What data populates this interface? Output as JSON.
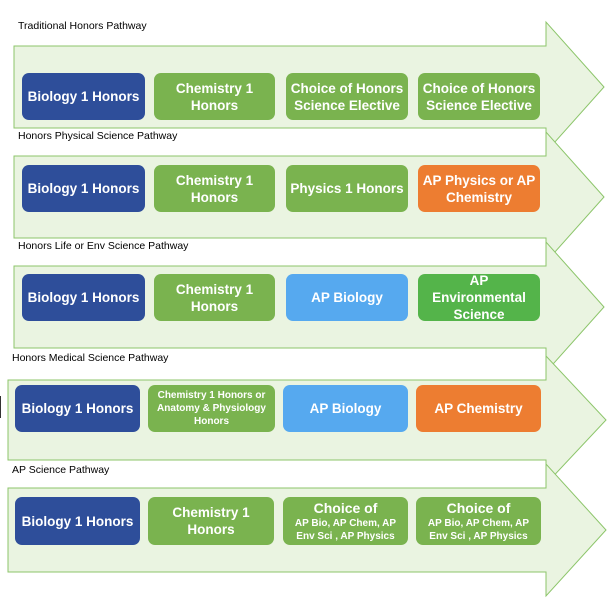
{
  "colors": {
    "navy": "#2e4e9a",
    "green": "#7ab34f",
    "lightblue": "#56a9ef",
    "orange": "#ed7d31",
    "brightgreen": "#54b44a",
    "arrow_fill": "#eaf4e1",
    "arrow_stroke": "#8cc56a"
  },
  "pathways": [
    {
      "title": "Traditional Honors Pathway",
      "courses": [
        {
          "label": "Biology 1 Honors",
          "color": "navy"
        },
        {
          "label": "Chemistry 1 Honors",
          "color": "green"
        },
        {
          "label": "Choice of Honors Science Elective",
          "color": "green"
        },
        {
          "label": "Choice of Honors Science Elective",
          "color": "green"
        }
      ]
    },
    {
      "title": "Honors Physical Science Pathway",
      "courses": [
        {
          "label": "Biology 1 Honors",
          "color": "navy"
        },
        {
          "label": "Chemistry 1 Honors",
          "color": "green"
        },
        {
          "label": "Physics 1 Honors",
          "color": "green"
        },
        {
          "label": "AP Physics or AP Chemistry",
          "color": "orange"
        }
      ]
    },
    {
      "title": "Honors Life or Env Science Pathway",
      "courses": [
        {
          "label": "Biology 1 Honors",
          "color": "navy"
        },
        {
          "label": "Chemistry 1 Honors",
          "color": "green"
        },
        {
          "label": "AP Biology",
          "color": "lightblue"
        },
        {
          "label": "AP Environmental Science",
          "color": "brightgreen"
        }
      ]
    },
    {
      "title": "Honors Medical Science Pathway",
      "courses": [
        {
          "label": "Biology 1 Honors",
          "color": "navy"
        },
        {
          "label": "Chemistry 1 Honors or Anatomy & Physiology Honors",
          "color": "green"
        },
        {
          "label": "AP Biology",
          "color": "lightblue"
        },
        {
          "label": "AP Chemistry",
          "color": "orange"
        }
      ]
    },
    {
      "title": "AP Science Pathway",
      "courses": [
        {
          "label": "Biology 1 Honors",
          "color": "navy"
        },
        {
          "label": "Chemistry 1 Honors",
          "color": "green"
        },
        {
          "label": "Choice of",
          "sublabel": "AP Bio, AP Chem, AP Env Sci , AP Physics",
          "color": "green"
        },
        {
          "label": "Choice of",
          "sublabel": "AP Bio, AP Chem, AP Env Sci , AP Physics",
          "color": "green"
        }
      ]
    }
  ]
}
